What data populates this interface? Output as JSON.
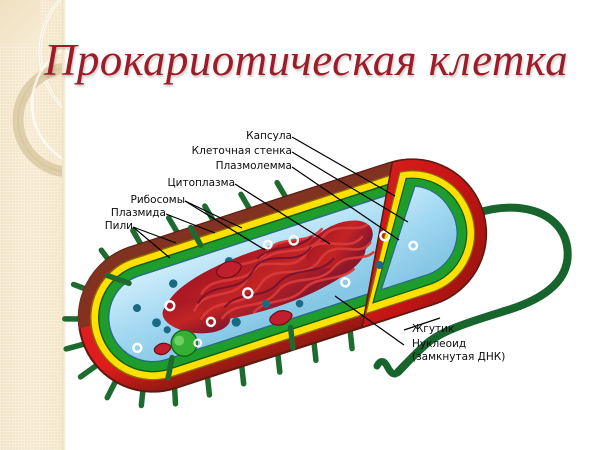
{
  "slide": {
    "title": "Прокариотическая клетка",
    "title_color": "#9c1c28",
    "background_color": "#ffffff",
    "band_color": "#f3e5c6"
  },
  "diagram": {
    "name": "prokaryotic-cell-cutaway",
    "orientation_deg": -18,
    "colors": {
      "capsule": "#e41f1f",
      "capsule_shadow": "#8e2016",
      "capsule_dark_top": "#7d3321",
      "cell_wall": "#ffe000",
      "plasmalemma": "#1e9c2c",
      "cytoplasm": "#a9dcf2",
      "nucleoid": "#8e0f22",
      "nucleoid_highlight": "#d32d2d",
      "ribosome": "#1b6a84",
      "plasmid": "#c21f2e",
      "granule": "#35b035",
      "pili": "#1d6b2e",
      "flagellum": "#17642c",
      "leader_line": "#000000"
    },
    "structures": [
      {
        "id": "capsule",
        "label": "Капсула"
      },
      {
        "id": "cell-wall",
        "label": "Клеточная стенка"
      },
      {
        "id": "plasmalemma",
        "label": "Плазмолемма"
      },
      {
        "id": "cytoplasm",
        "label": "Цитоплазма"
      },
      {
        "id": "ribosomes",
        "label": "Рибосомы"
      },
      {
        "id": "plasmid",
        "label": "Плазмида"
      },
      {
        "id": "pili",
        "label": "Пили"
      },
      {
        "id": "flagellum",
        "label": "Жгутик"
      },
      {
        "id": "nucleoid",
        "label": "Нуклеоид"
      },
      {
        "id": "nucleoid-sub",
        "label": "(замкнутая ДНК)"
      }
    ]
  },
  "labels": {
    "capsule": "Капсула",
    "cell_wall": "Клеточная стенка",
    "plasmalemma": "Плазмолемма",
    "cytoplasm": "Цитоплазма",
    "ribosomes": "Рибосомы",
    "plasmid": "Плазмида",
    "pili": "Пили",
    "flagellum": "Жгутик",
    "nucleoid": "Нуклеоид",
    "nucleoid_sub": "(замкнутая ДНК)"
  }
}
